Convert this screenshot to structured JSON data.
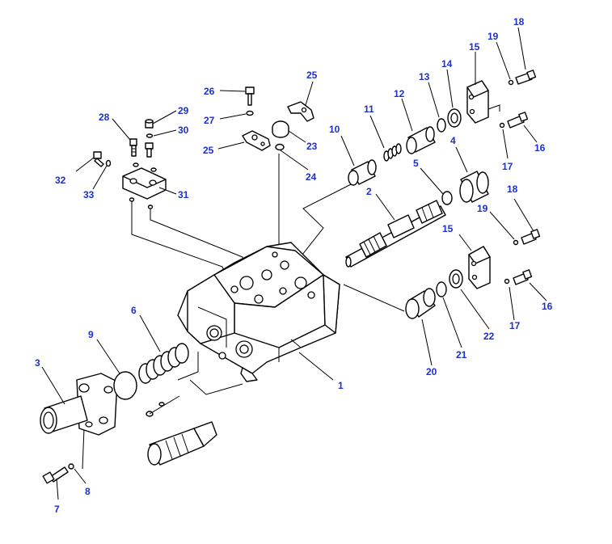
{
  "callouts": {
    "c1": "1",
    "c2": "2",
    "c3": "3",
    "c4": "4",
    "c5": "5",
    "c6": "6",
    "c7": "7",
    "c8": "8",
    "c9": "9",
    "c10": "10",
    "c11": "11",
    "c12": "12",
    "c13": "13",
    "c14": "14",
    "c15a": "15",
    "c15b": "15",
    "c16a": "16",
    "c16b": "16",
    "c17a": "17",
    "c17b": "17",
    "c18a": "18",
    "c18b": "18",
    "c19a": "19",
    "c19b": "19",
    "c20": "20",
    "c21": "21",
    "c22": "22",
    "c23": "23",
    "c24": "24",
    "c25a": "25",
    "c25b": "25",
    "c26": "26",
    "c27": "27",
    "c28": "28",
    "c29": "29",
    "c30": "30",
    "c31": "31",
    "c32": "32",
    "c33": "33"
  },
  "colors": {
    "callout": "#1c2fd0",
    "line": "#000000",
    "background": "#ffffff"
  }
}
